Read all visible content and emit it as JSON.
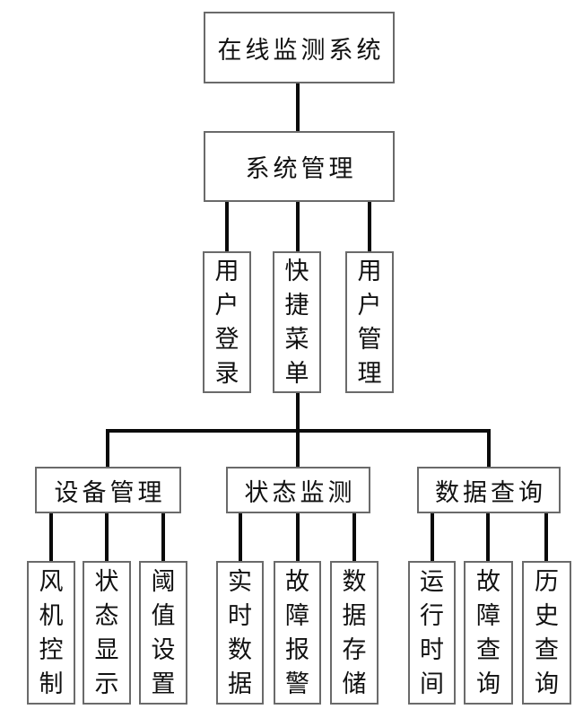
{
  "diagram": {
    "root": "在线监测系统",
    "system": "系统管理",
    "system_children": [
      "用户登录",
      "快捷菜单",
      "用户管理"
    ],
    "branches": [
      {
        "label": "设备管理",
        "children": [
          "风机控制",
          "状态显示",
          "阈值设置"
        ]
      },
      {
        "label": "状态监测",
        "children": [
          "实时数据",
          "故障报警",
          "数据存储"
        ]
      },
      {
        "label": "数据查询",
        "children": [
          "运行时间",
          "故障查询",
          "历史查询"
        ]
      }
    ],
    "colors": {
      "line": "#0a0a0a",
      "box_border": "#6a6a6a",
      "text": "#111111",
      "background": "#ffffff"
    }
  }
}
